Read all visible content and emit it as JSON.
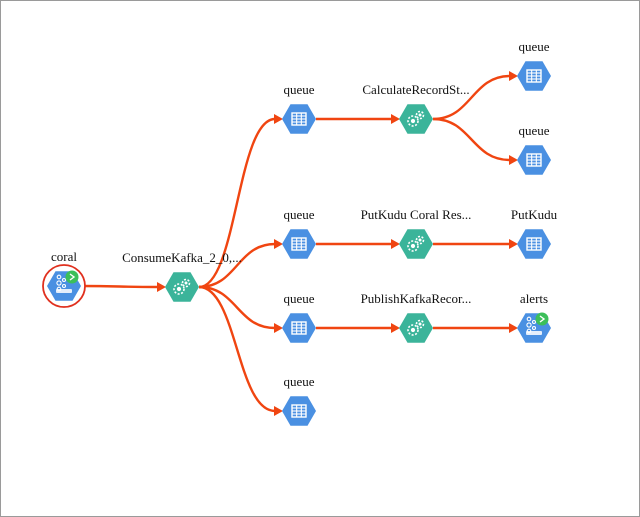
{
  "colors": {
    "edge": "#f04511",
    "queue": "#4a90e2",
    "processor": "#3bb49a",
    "kafka_badge": "#3cbf5a",
    "selected_ring": "#e0301e"
  },
  "nodes": [
    {
      "id": "coral",
      "label": "coral",
      "kind": "kafka",
      "selected": true
    },
    {
      "id": "consume",
      "label": "ConsumeKafka_2_0,...",
      "kind": "processor"
    },
    {
      "id": "q1",
      "label": "queue",
      "kind": "queue"
    },
    {
      "id": "q2",
      "label": "queue",
      "kind": "queue"
    },
    {
      "id": "q3",
      "label": "queue",
      "kind": "queue"
    },
    {
      "id": "q4",
      "label": "queue",
      "kind": "queue"
    },
    {
      "id": "calc",
      "label": "CalculateRecordSt...",
      "kind": "processor"
    },
    {
      "id": "putkudu_proc",
      "label": "PutKudu Coral Res...",
      "kind": "processor"
    },
    {
      "id": "publish",
      "label": "PublishKafkaRecor...",
      "kind": "processor"
    },
    {
      "id": "q5",
      "label": "queue",
      "kind": "queue"
    },
    {
      "id": "q6",
      "label": "queue",
      "kind": "queue"
    },
    {
      "id": "putkudu",
      "label": "PutKudu",
      "kind": "queue"
    },
    {
      "id": "alerts",
      "label": "alerts",
      "kind": "kafka"
    }
  ],
  "edges": [
    [
      "coral",
      "consume"
    ],
    [
      "consume",
      "q1"
    ],
    [
      "consume",
      "q2"
    ],
    [
      "consume",
      "q3"
    ],
    [
      "consume",
      "q4"
    ],
    [
      "q1",
      "calc"
    ],
    [
      "q2",
      "putkudu_proc"
    ],
    [
      "q3",
      "publish"
    ],
    [
      "calc",
      "q5"
    ],
    [
      "calc",
      "q6"
    ],
    [
      "putkudu_proc",
      "putkudu"
    ],
    [
      "publish",
      "alerts"
    ]
  ],
  "icons": {
    "queue": "table-icon",
    "processor": "gear-icon",
    "kafka": "kafka-icon"
  }
}
